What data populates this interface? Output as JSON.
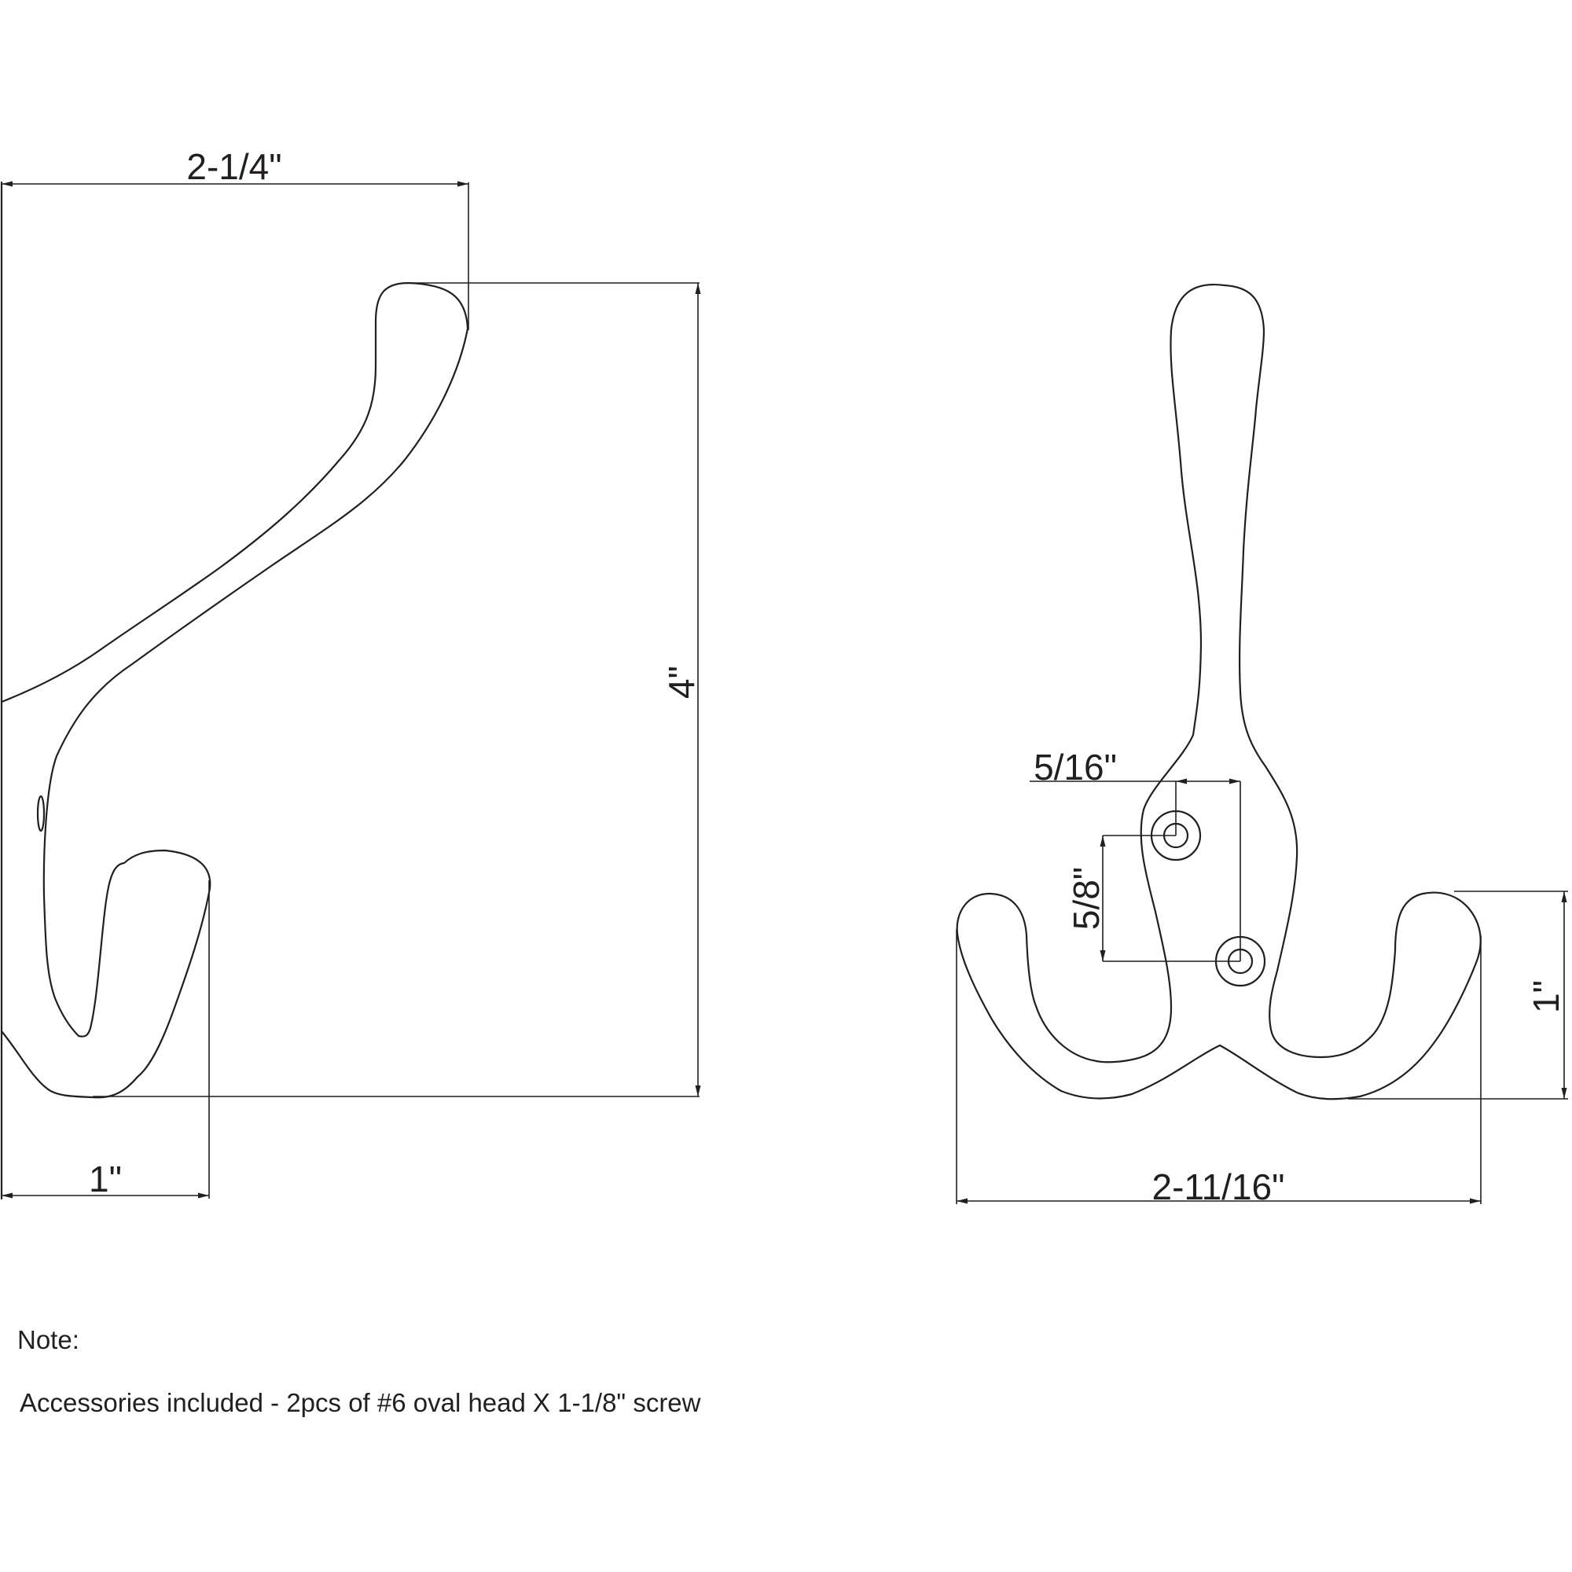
{
  "side_view": {
    "dim_width": "2-1/4\"",
    "dim_height": "4\"",
    "dim_base": "1\""
  },
  "front_view": {
    "dim_hole_offset": "5/16\"",
    "dim_hole_spacing": "5/8\"",
    "dim_arm_height": "1\"",
    "dim_width": "2-11/16\""
  },
  "notes": {
    "title": "Note:",
    "line1": "Accessories included - 2pcs of #6 oval head X 1-1/8\" screw"
  },
  "colors": {
    "line": "#231f20",
    "background": "#ffffff"
  }
}
